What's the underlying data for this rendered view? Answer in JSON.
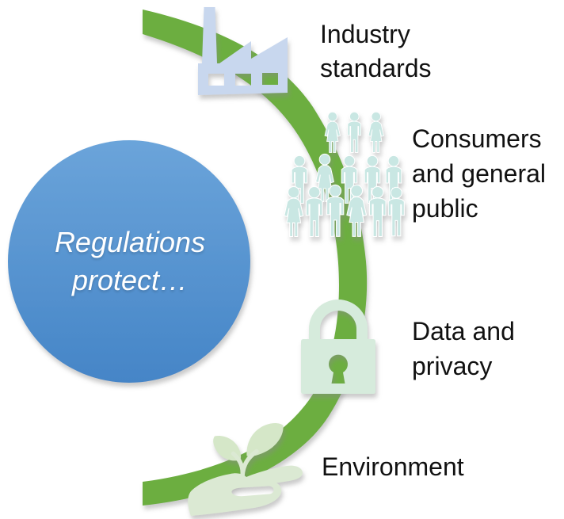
{
  "circle": {
    "line1": "Regulations",
    "line2": "protect…"
  },
  "items": [
    {
      "label": "Industry standards",
      "icon": "factory-icon"
    },
    {
      "label": "Consumers and general public",
      "icon": "crowd-icon"
    },
    {
      "label": "Data and privacy",
      "icon": "padlock-icon"
    },
    {
      "label": "Environment",
      "icon": "hand-plant-icon"
    }
  ],
  "colors": {
    "arc_green": "#6cae41",
    "circle_blue_top": "#6ba4da",
    "circle_blue_bottom": "#4585c7",
    "factory_blue": "#c8d7ee",
    "crowd_teal": "#c9e7e3",
    "lock_mint": "#d6ebdc",
    "hand_sage": "#dbe9d3",
    "leaf_green": "#d5e7c8",
    "label_text": "#111111",
    "circle_text": "#ffffff"
  }
}
